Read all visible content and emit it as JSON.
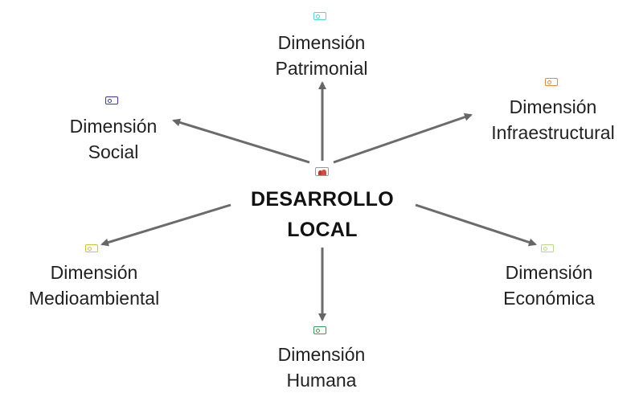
{
  "diagram": {
    "center": {
      "line1": "DESARROLLO",
      "line2": "LOCAL"
    },
    "nodes": {
      "patrimonial": {
        "line1": "Dimensión",
        "line2": "Patrimonial",
        "icon_color": "#4fd6d6"
      },
      "infraestructural": {
        "line1": "Dimensión",
        "line2": "Infraestructural",
        "icon_color": "#e08a3a"
      },
      "social": {
        "line1": "Dimensión",
        "line2": "Social",
        "icon_color": "#3a3aa8"
      },
      "medioambiental": {
        "line1": "Dimensión",
        "line2": "Medioambiental",
        "icon_color": "#c9c43a"
      },
      "economica": {
        "line1": "Dimensión",
        "line2": "Económica",
        "icon_color": "#b9d88a"
      },
      "humana": {
        "line1": "Dimensión",
        "line2": "Humana",
        "icon_color": "#3a9a5a"
      }
    },
    "arrow_color": "#6b6b6b"
  }
}
